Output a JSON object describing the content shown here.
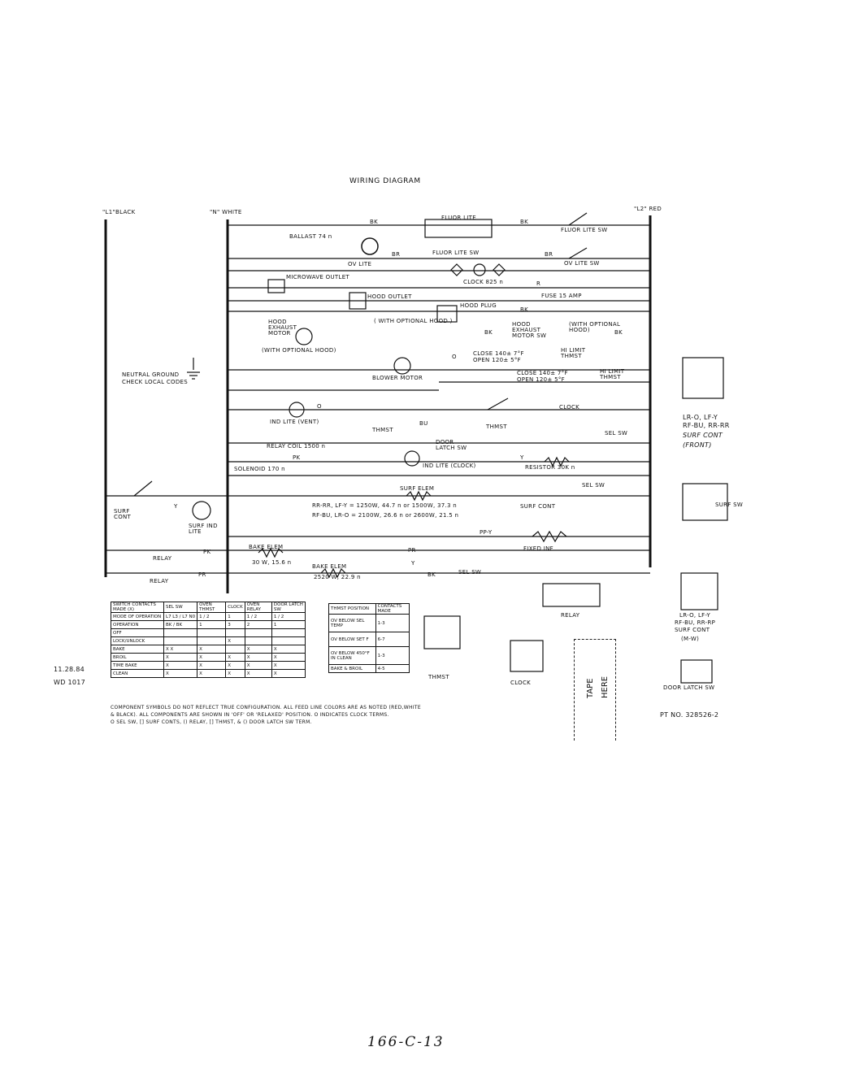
{
  "title": "WIRING DIAGRAM",
  "rails": {
    "l1": "\"L1\"BLACK",
    "n": "\"N\" WHITE",
    "l2": "\"L2\" RED"
  },
  "left_margin": {
    "date": "11.28.84",
    "code": "WD 1017"
  },
  "components": {
    "ballast": "BALLAST 74 n",
    "fluor_lite": "FLUOR LITE",
    "fluor_lite_sw_top": "FLUOR LITE SW",
    "fluor_lite_sw": "FLUOR LITE SW",
    "ov_lite": "OV LITE",
    "ov_lite_sw": "OV LITE SW",
    "clock": "CLOCK 825 n",
    "microwave_outlet": "MICROWAVE OUTLET",
    "fuse": "FUSE 15 AMP",
    "hood_outlet": "HOOD OUTLET",
    "hood_plug": "HOOD PLUG",
    "with_optional_hood": "( WITH OPTIONAL HOOD )",
    "hood_exhaust_motor": "HOOD EXHAUST MOTOR",
    "with_optional_hood2": "(WITH OPTIONAL HOOD)",
    "hood_exhaust_motor_sw": "HOOD EXHAUST MOTOR SW",
    "with_optional_hood3": "(WITH OPTIONAL HOOD)",
    "neutral_ground": "NEUTRAL GROUND",
    "check_local_codes": "CHECK LOCAL CODES",
    "blower_motor": "BLOWER MOTOR",
    "hi_limit_thmst": "HI LIMIT THMST",
    "close_open_1": "CLOSE 140± 7°F",
    "close_open_1b": "OPEN 120± 5°F",
    "close_open_2": "CLOSE 140± 7°F",
    "close_open_2b": "OPEN 120± 5°F",
    "ind_lite_vent": "IND LITE (VENT)",
    "thmst": "THMST",
    "door_latch_sw": "DOOR LATCH SW",
    "clock_sw": "CLOCK",
    "sel_sw": "SEL SW",
    "relay_coil": "RELAY COIL 1500 n",
    "solenoid": "SOLENOID 170 n",
    "ind_lite_clock": "IND LITE (CLOCK)",
    "resistor": "RESISTOR 30K n",
    "sel_sw_2": "SEL SW",
    "surf_elem": "SURF ELEM",
    "rr_rf_line1": "RR-RR, LF-Y = 1250W, 44.7 n or 1500W, 37.3 n",
    "rr_rf_line2": "RF-BU, LR-O = 2100W, 26.6 n or 2600W, 21.5 n",
    "surf_cont_left": "SURF CONT",
    "surf_cont_right": "SURF CONT",
    "surf_ind_lite": "SURF IND LITE",
    "fixed_inf": "FIXED INF",
    "relay_1": "RELAY",
    "relay_2": "RELAY",
    "bake_elem_1": "BAKE ELEM",
    "bake_elem_1b": "30 W, 15.6 n",
    "bake_elem_2": "BAKE ELEM",
    "bake_elem_2b": "2520 W, 22.9 n",
    "sel_sw_3": "SEL SW",
    "right_cont_a": "LR-O, LF-Y",
    "right_cont_b": "RF-BU, RR-RR",
    "right_cont_c": "SURF CONT",
    "right_cont_d": "(FRONT)",
    "surf_sw": "SURF SW",
    "right_cont2_a": "LR-O, LF-Y",
    "right_cont2_b": "RF-BU, RR-RP",
    "right_cont2_c": "SURF CONT",
    "right_cont2_d": "(M-W)",
    "door_latch_sw_2": "DOOR LATCH SW",
    "relay_small": "RELAY",
    "thmst_small": "THMST",
    "clock_small": "CLOCK",
    "pt_no": "PT NO. 328526-2"
  },
  "wire_colors": [
    "BK",
    "BK",
    "BR",
    "BR",
    "R",
    "BK",
    "BK",
    "BK",
    "O",
    "BU",
    "PK",
    "Y",
    "PR",
    "Y",
    "BK",
    "PP-Y",
    "PK",
    "PR",
    "O",
    "Y"
  ],
  "tables": {
    "switch_contacts": {
      "header": [
        "SWITCH CONTACTS MADE (X)",
        "SEL SW",
        "OVEN THMST",
        "CLOCK",
        "OVEN RELAY",
        "DOOR LATCH SW"
      ],
      "rows": [
        [
          "MODE OF OPERATION",
          "L7 L3 / L7 N0",
          "1 / 2",
          "1",
          "1 / 2",
          "1 / 2"
        ],
        [
          "OPERATION",
          "BK / BK",
          "1",
          "3",
          "2",
          "1"
        ],
        [
          "OFF",
          "",
          "",
          "",
          "",
          ""
        ],
        [
          "LOCK/UNLOCK",
          "",
          "",
          "X",
          "",
          ""
        ],
        [
          "BAKE",
          "X  X",
          "X",
          "",
          "X",
          "X"
        ],
        [
          "BROIL",
          "X",
          "X",
          "X",
          "X",
          "X"
        ],
        [
          "TIME BAKE",
          "X",
          "X",
          "X",
          "X",
          "X"
        ],
        [
          "CLEAN",
          "X",
          "X",
          "X",
          "X",
          "X"
        ]
      ]
    },
    "thmst_positions": {
      "header": [
        "THMST POSITION",
        "CONTACTS MADE"
      ],
      "rows": [
        [
          "OV BELOW SEL TEMP",
          "1-3"
        ],
        [
          "OV BELOW SET F",
          "6-7"
        ],
        [
          "OV BELOW 450°F IN CLEAN",
          "1-3"
        ],
        [
          "BAKE & BROIL",
          "4-5"
        ]
      ]
    }
  },
  "notes": [
    "COMPONENT SYMBOLS DO NOT REFLECT TRUE CONFIGURATION. ALL FEED LINE COLORS ARE AS NOTED (RED,WHITE",
    "& BLACK). ALL COMPONENTS ARE SHOWN IN 'OFF' OR 'RELAXED' POSITION. O INDICATES CLOCK TERMS.",
    "O SEL SW, [] SURF CONTS, () RELAY, [] THMST, & () DOOR LATCH SW TERM."
  ],
  "tape": {
    "line1": "TAPE",
    "line2": "HERE"
  },
  "handwriting": "166-C-13"
}
